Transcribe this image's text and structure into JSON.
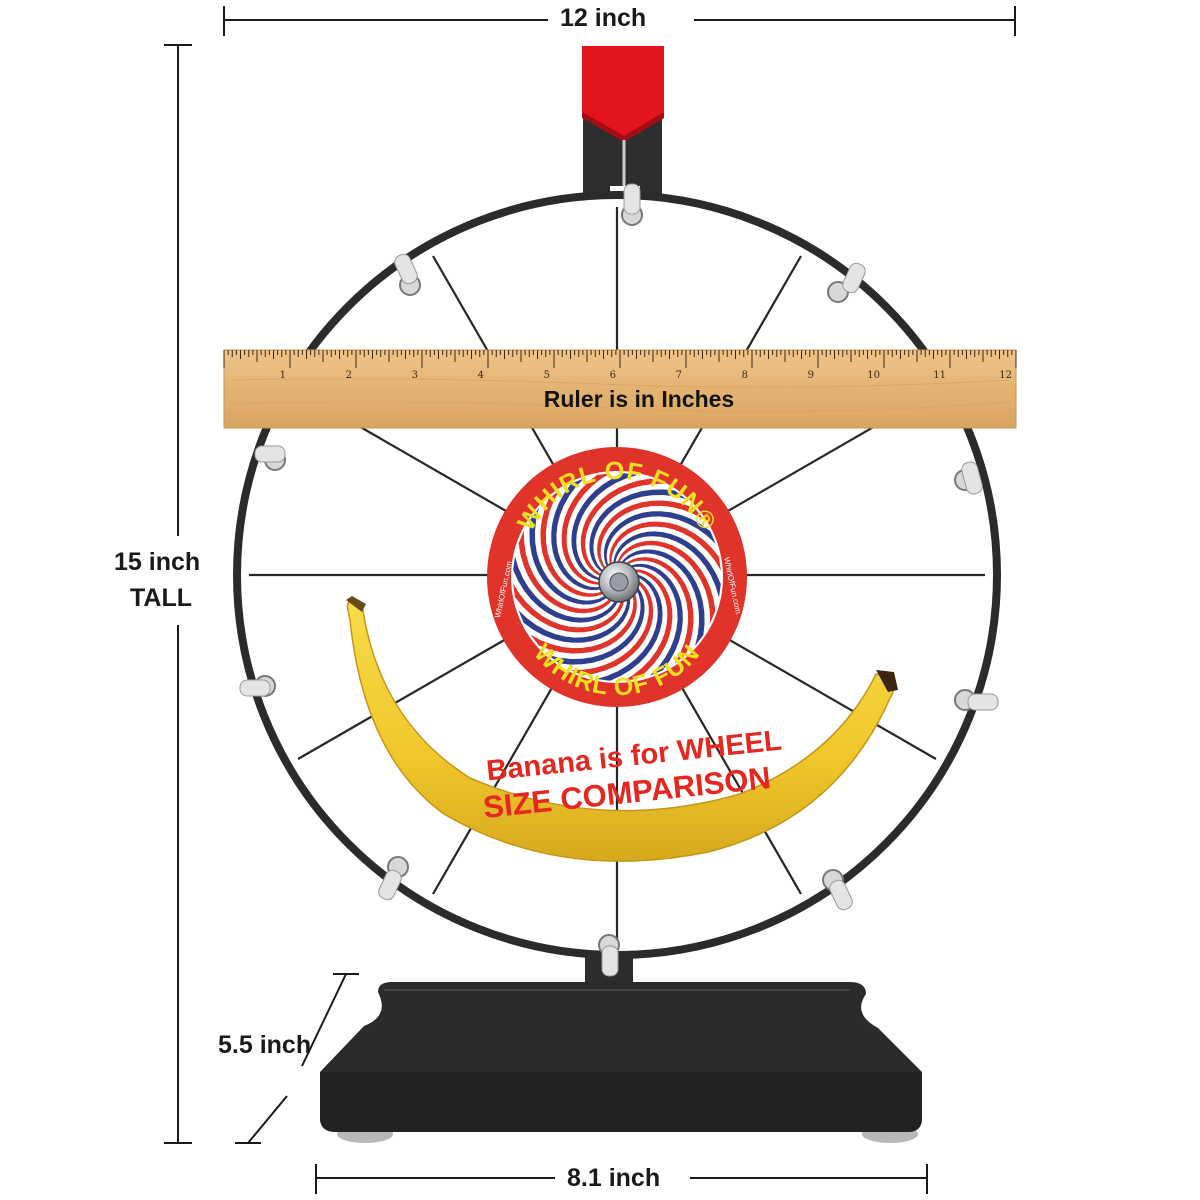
{
  "dimensions": {
    "width": "12 inch",
    "height_line1": "15 inch",
    "height_line2": "TALL",
    "depth": "5.5 inch",
    "base_width": "8.1 inch"
  },
  "ruler": {
    "caption": "Ruler is in Inches",
    "numbers": [
      "1",
      "2",
      "3",
      "4",
      "5",
      "6",
      "7",
      "8",
      "9",
      "10",
      "11",
      "12"
    ]
  },
  "logo": {
    "top_text": "WHIRL OF FUN®",
    "bottom_text": "WHIRL OF FUN",
    "url": "WhirlOfFun.com"
  },
  "banana": {
    "line1": "Banana is for WHEEL",
    "line2": "SIZE COMPARISON"
  },
  "colors": {
    "pointer": "#e4141e",
    "logo_red": "#e0332a",
    "logo_blue": "#2f3f8f",
    "logo_yellow": "#f2df22",
    "banana": "#f2cf2e",
    "banana_text": "#e4271f",
    "stand": "#2b2b2b",
    "ruler_wood": "#e5b574"
  },
  "icons": {
    "pointer": "pointer-flag-icon",
    "hub": "center-bolt-icon",
    "peg": "peg-icon"
  }
}
